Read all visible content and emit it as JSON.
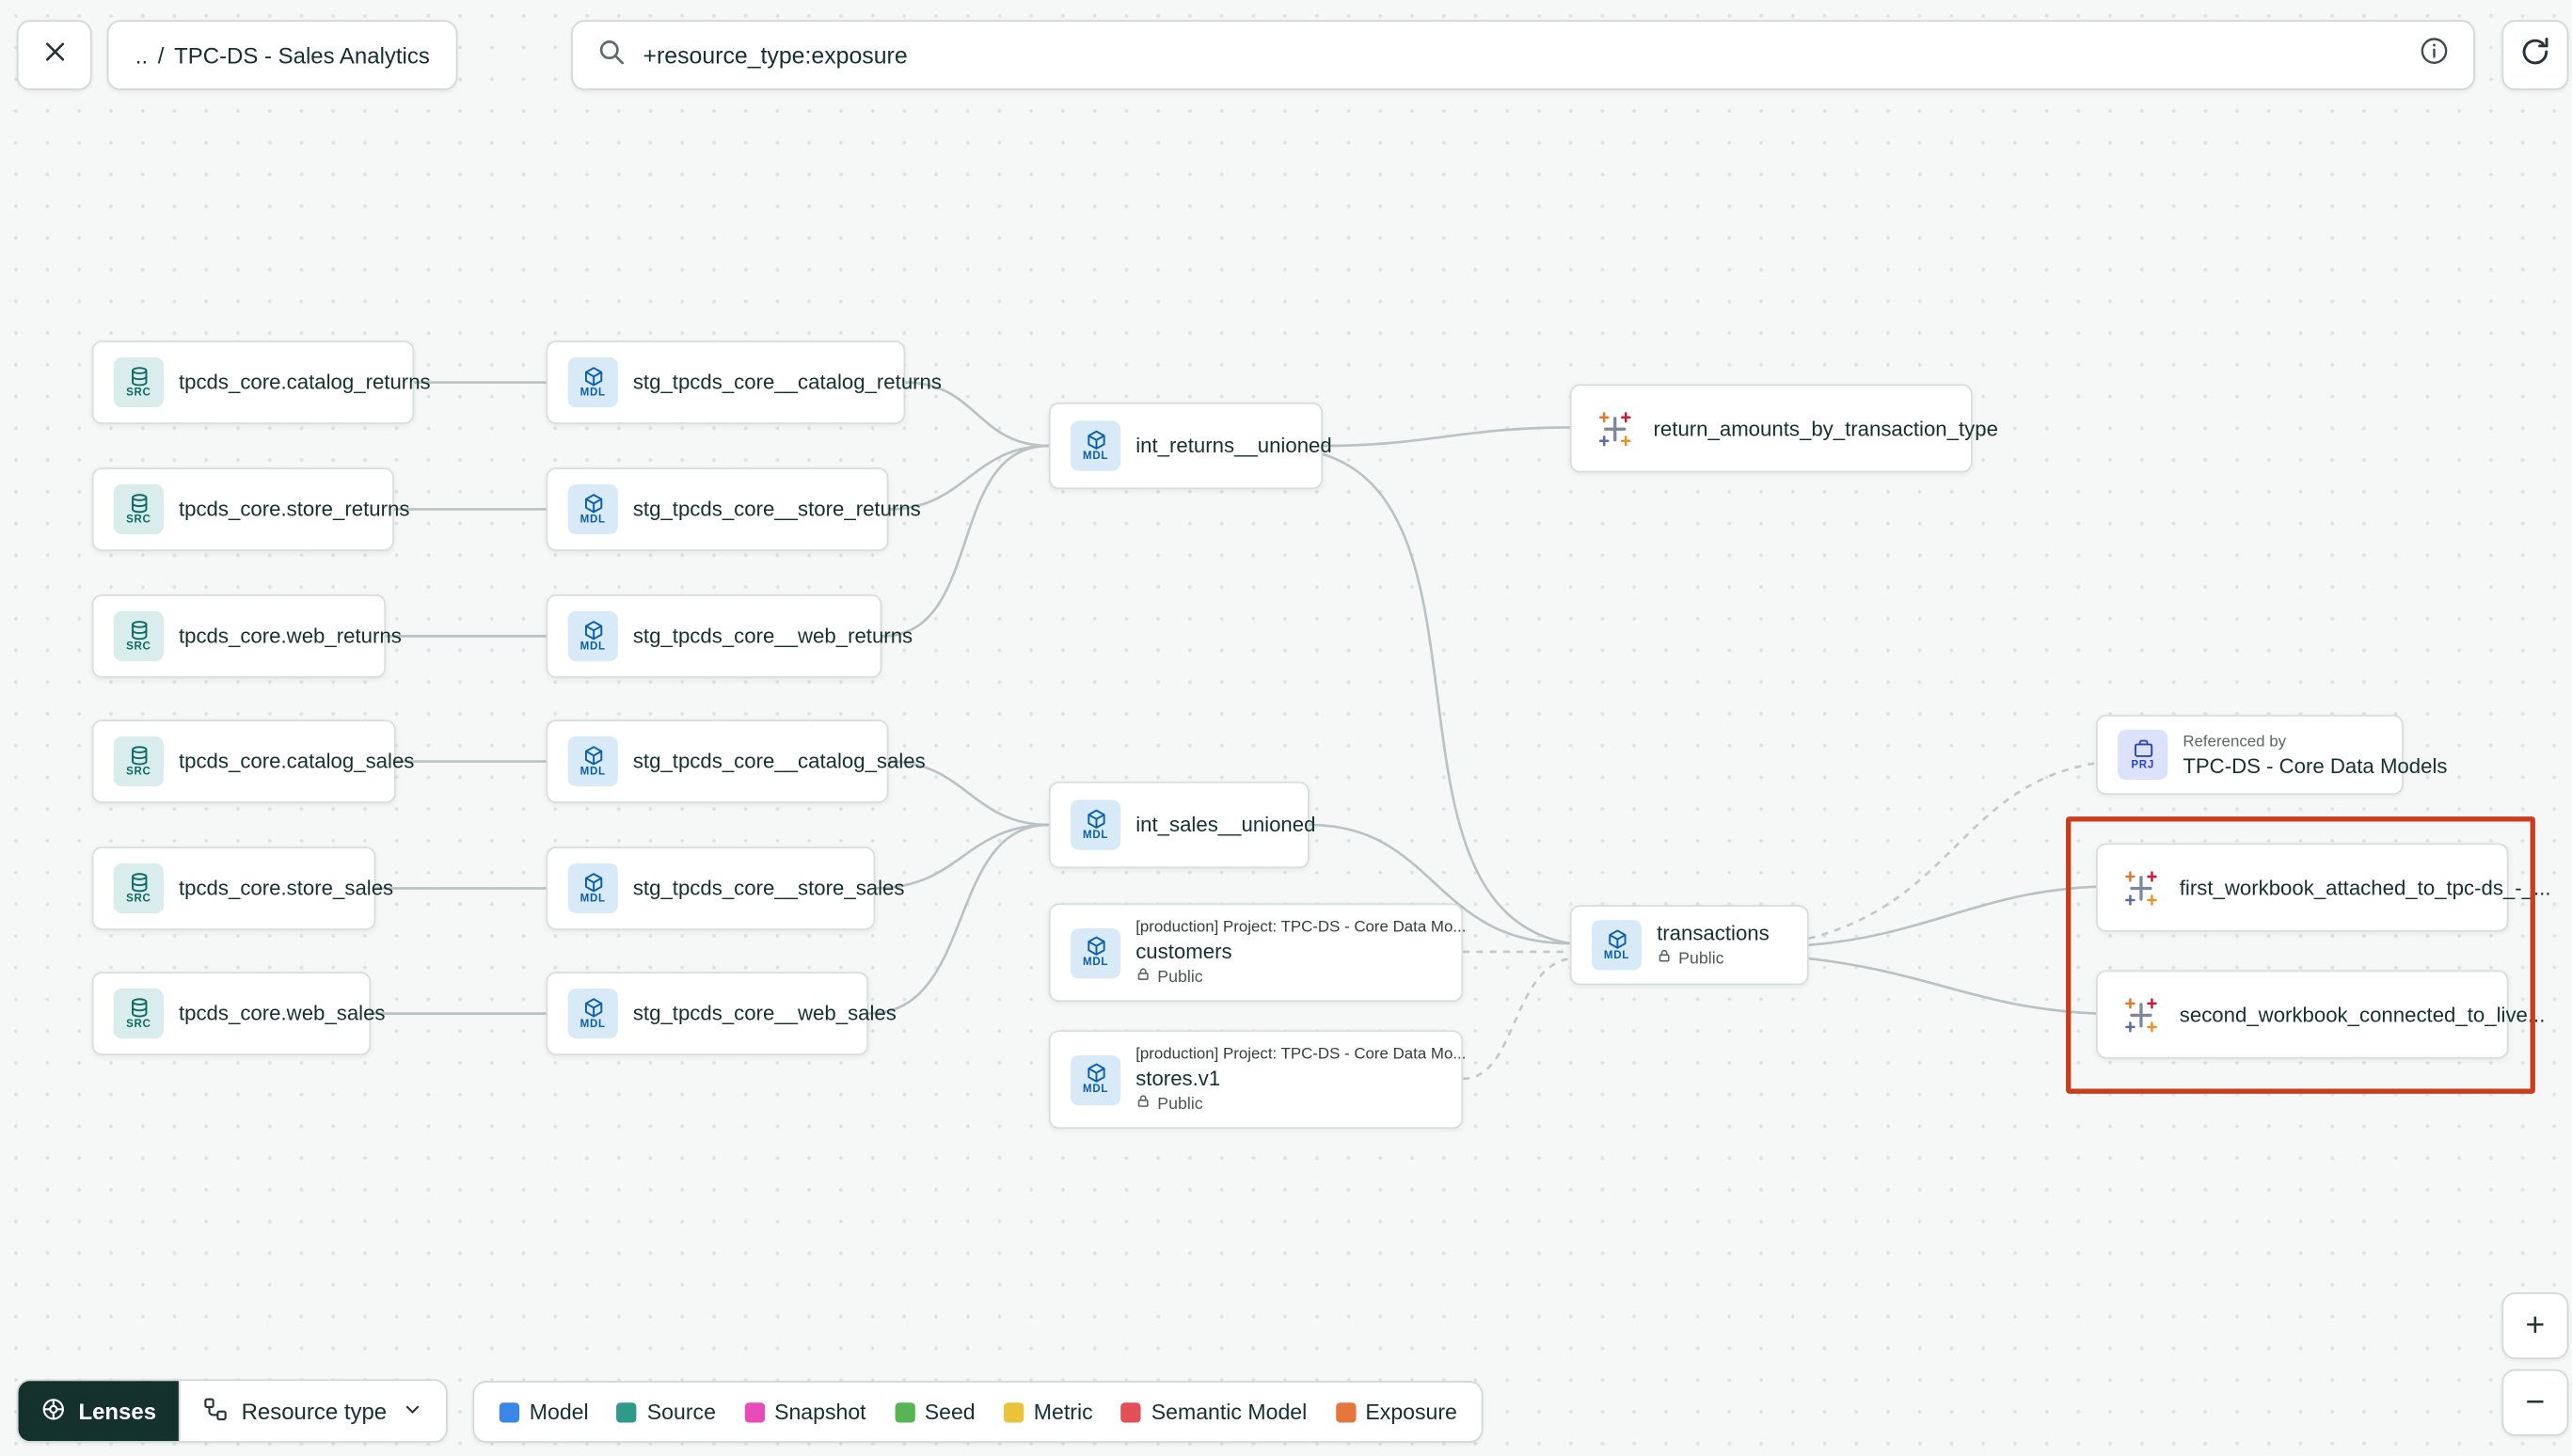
{
  "topbar": {
    "breadcrumb": {
      "dots": "..",
      "sep": "/",
      "title": "TPC-DS - Sales Analytics"
    },
    "search": {
      "value": "+resource_type:exposure"
    }
  },
  "badges": {
    "src": "SRC",
    "mdl": "MDL",
    "prj": "PRJ"
  },
  "nodes": {
    "src1": {
      "label": "tpcds_core.catalog_returns"
    },
    "src2": {
      "label": "tpcds_core.store_returns"
    },
    "src3": {
      "label": "tpcds_core.web_returns"
    },
    "src4": {
      "label": "tpcds_core.catalog_sales"
    },
    "src5": {
      "label": "tpcds_core.store_sales"
    },
    "src6": {
      "label": "tpcds_core.web_sales"
    },
    "stg1": {
      "label": "stg_tpcds_core__catalog_returns"
    },
    "stg2": {
      "label": "stg_tpcds_core__store_returns"
    },
    "stg3": {
      "label": "stg_tpcds_core__web_returns"
    },
    "stg4": {
      "label": "stg_tpcds_core__catalog_sales"
    },
    "stg5": {
      "label": "stg_tpcds_core__store_sales"
    },
    "stg6": {
      "label": "stg_tpcds_core__web_sales"
    },
    "int_returns": {
      "label": "int_returns__unioned"
    },
    "int_sales": {
      "label": "int_sales__unioned"
    },
    "customers": {
      "context": "[production] Project: TPC-DS - Core Data Mo...",
      "label": "customers",
      "visibility": "Public"
    },
    "stores": {
      "context": "[production] Project: TPC-DS - Core Data Mo...",
      "label": "stores.v1",
      "visibility": "Public"
    },
    "return_amounts": {
      "label": "return_amounts_by_transaction_type"
    },
    "transactions": {
      "label": "transactions",
      "visibility": "Public"
    },
    "referenced": {
      "caption": "Referenced by",
      "label": "TPC-DS - Core Data Models"
    },
    "workbook1": {
      "label": "first_workbook_attached_to_tpc-ds_-_..."
    },
    "workbook2": {
      "label": "second_workbook_connected_to_live..."
    }
  },
  "controls": {
    "lenses": "Lenses",
    "resource_type": "Resource type",
    "zoom_in": "+",
    "zoom_out": "−"
  },
  "legend": {
    "items": [
      {
        "label": "Model",
        "color": "#3b87e8"
      },
      {
        "label": "Source",
        "color": "#2f9a8a"
      },
      {
        "label": "Snapshot",
        "color": "#e84cb9"
      },
      {
        "label": "Seed",
        "color": "#57b554"
      },
      {
        "label": "Metric",
        "color": "#e9c33c"
      },
      {
        "label": "Semantic Model",
        "color": "#e25057"
      },
      {
        "label": "Exposure",
        "color": "#e5763c"
      }
    ]
  },
  "highlight": {
    "border_color": "#c93d1d"
  }
}
